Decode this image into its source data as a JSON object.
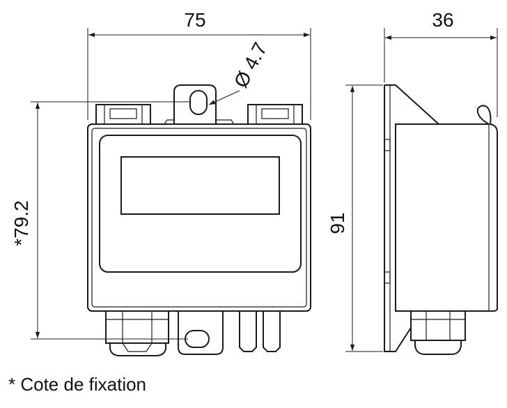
{
  "dimensions": {
    "front_width": "75",
    "side_depth": "36",
    "hole_diameter": "Ø 4.7",
    "mount_height": "*79.2",
    "total_height": "91"
  },
  "footnote": "* Cote de fixation",
  "colors": {
    "line": "#1a1a1a",
    "background": "#ffffff"
  }
}
